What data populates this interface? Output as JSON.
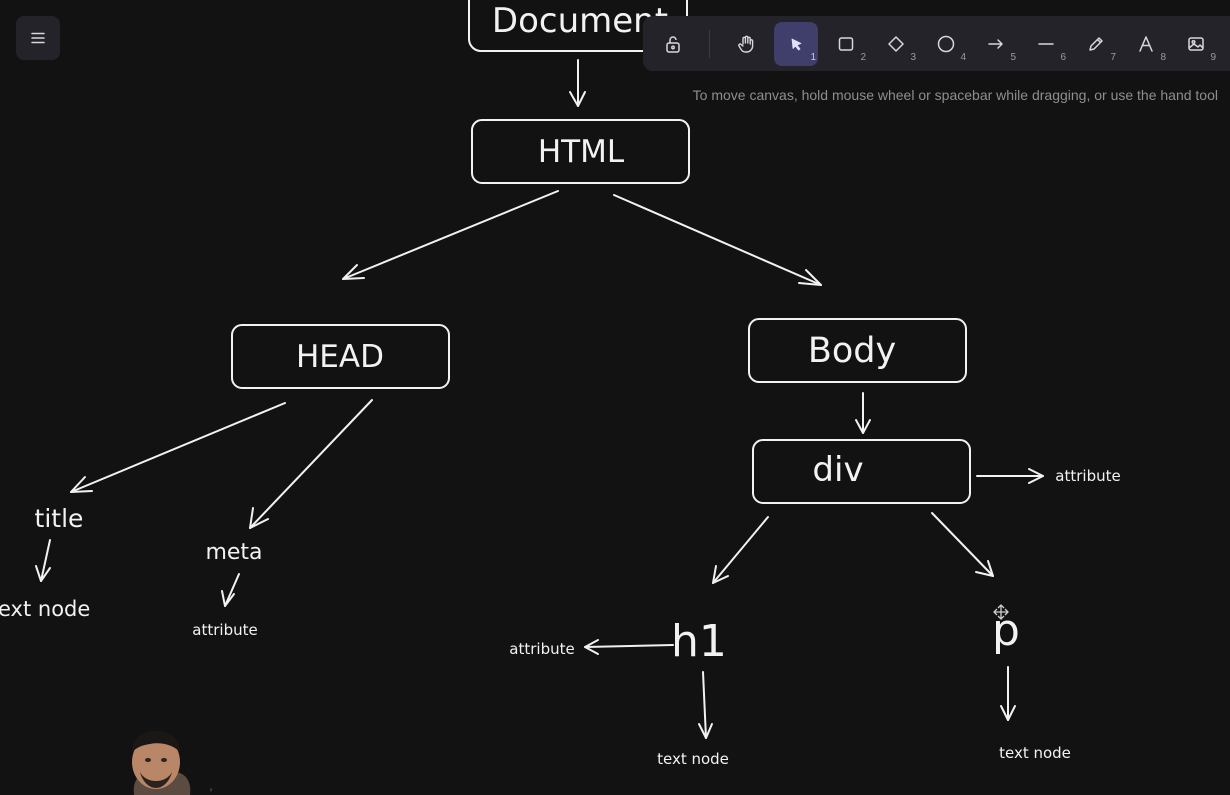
{
  "hint": "To move canvas, hold mouse wheel or spacebar while dragging, or use the hand tool",
  "toolbar": {
    "tools": [
      {
        "name": "lock",
        "key": ""
      },
      {
        "name": "hand",
        "key": ""
      },
      {
        "name": "selection",
        "key": "1"
      },
      {
        "name": "rectangle",
        "key": "2"
      },
      {
        "name": "diamond",
        "key": "3"
      },
      {
        "name": "ellipse",
        "key": "4"
      },
      {
        "name": "arrow",
        "key": "5"
      },
      {
        "name": "line",
        "key": "6"
      },
      {
        "name": "draw",
        "key": "7"
      },
      {
        "name": "text",
        "key": "8"
      },
      {
        "name": "image",
        "key": "9"
      }
    ],
    "active": "selection"
  },
  "diagram": {
    "nodes": {
      "document": "Document",
      "html": "HTML",
      "head": "HEAD",
      "body": "Body",
      "div": "div",
      "title": "title",
      "meta": "meta",
      "h1": "h1",
      "p": "p"
    },
    "labels": {
      "title_text": "ext node",
      "meta_attr": "attribute",
      "div_attr": "attribute",
      "h1_attr": "attribute",
      "h1_text": "text node",
      "p_text": "text node"
    }
  }
}
